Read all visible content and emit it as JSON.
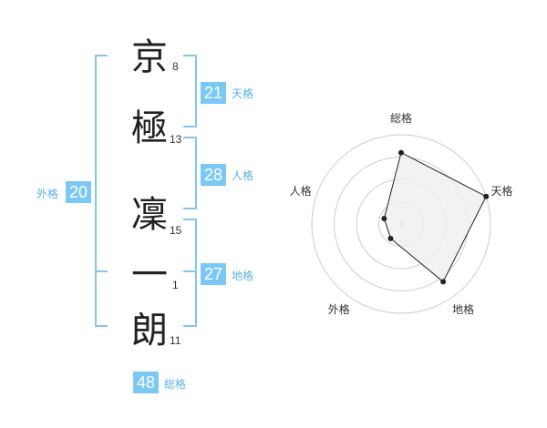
{
  "name_chars": [
    {
      "char": "京",
      "strokes": "8"
    },
    {
      "char": "極",
      "strokes": "13"
    },
    {
      "char": "凜",
      "strokes": "15"
    },
    {
      "char": "一",
      "strokes": "1"
    },
    {
      "char": "朗",
      "strokes": "11"
    }
  ],
  "scores": {
    "tenkaku": {
      "value": "21",
      "label": "天格"
    },
    "jinkaku": {
      "value": "28",
      "label": "人格"
    },
    "chikaku": {
      "value": "27",
      "label": "地格"
    },
    "gaikaku": {
      "value": "20",
      "label": "外格"
    },
    "soukaku": {
      "value": "48",
      "label": "総格"
    }
  },
  "chart_data": {
    "type": "radar",
    "axes": [
      "総格",
      "天格",
      "地格",
      "外格",
      "人格"
    ],
    "values": [
      4,
      5,
      4,
      1,
      1
    ],
    "max": 5,
    "rings": 4,
    "colors": {
      "fill": "#f0f0f0",
      "stroke": "#222222",
      "grid": "#cccccc",
      "point": "#222222"
    }
  }
}
